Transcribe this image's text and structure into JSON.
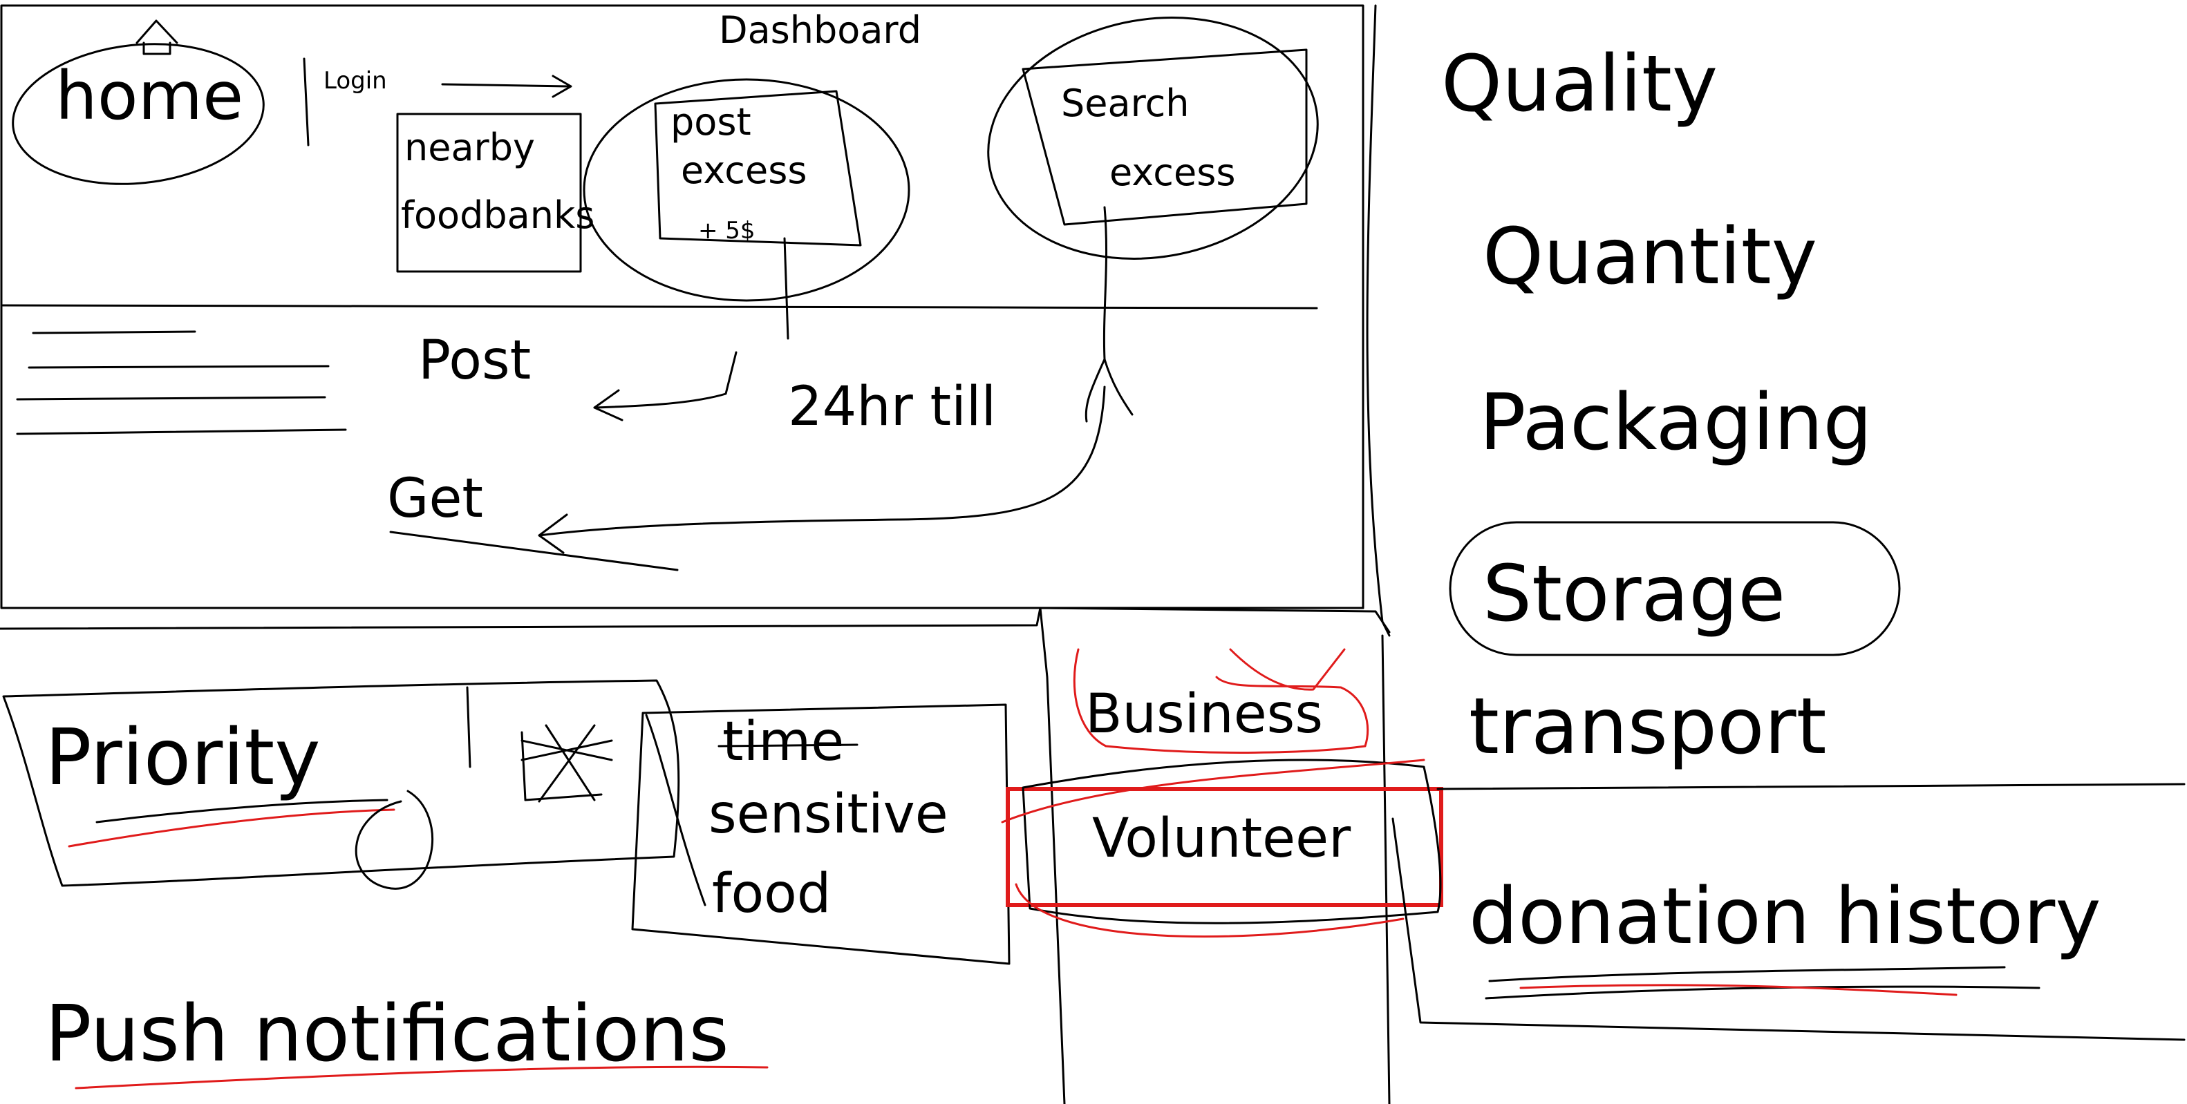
{
  "dashboard": {
    "title": "Dashboard",
    "home_label": "home",
    "login_label": "Login",
    "nearby_foodbanks_line1": "nearby",
    "nearby_foodbanks_line2": "foodbanks",
    "post_excess_line1": "post",
    "post_excess_line2": "excess",
    "post_excess_line3": "+ 5$",
    "search_excess_line1": "Search",
    "search_excess_line2": "excess",
    "post_label": "Post",
    "get_label": "Get",
    "time_label": "24hr till"
  },
  "features": {
    "priority_label": "Priority",
    "time_sensitive_line1": "time",
    "time_sensitive_line2": "sensitive",
    "time_sensitive_line3": "food",
    "push_notifications_label": "Push notifications"
  },
  "roles": {
    "business_label": "Business",
    "volunteer_label": "Volunteer"
  },
  "criteria": {
    "items": [
      "Quality",
      "Quantity",
      "Packaging",
      "Storage",
      "transport"
    ],
    "donation_history_label": "donation history"
  }
}
